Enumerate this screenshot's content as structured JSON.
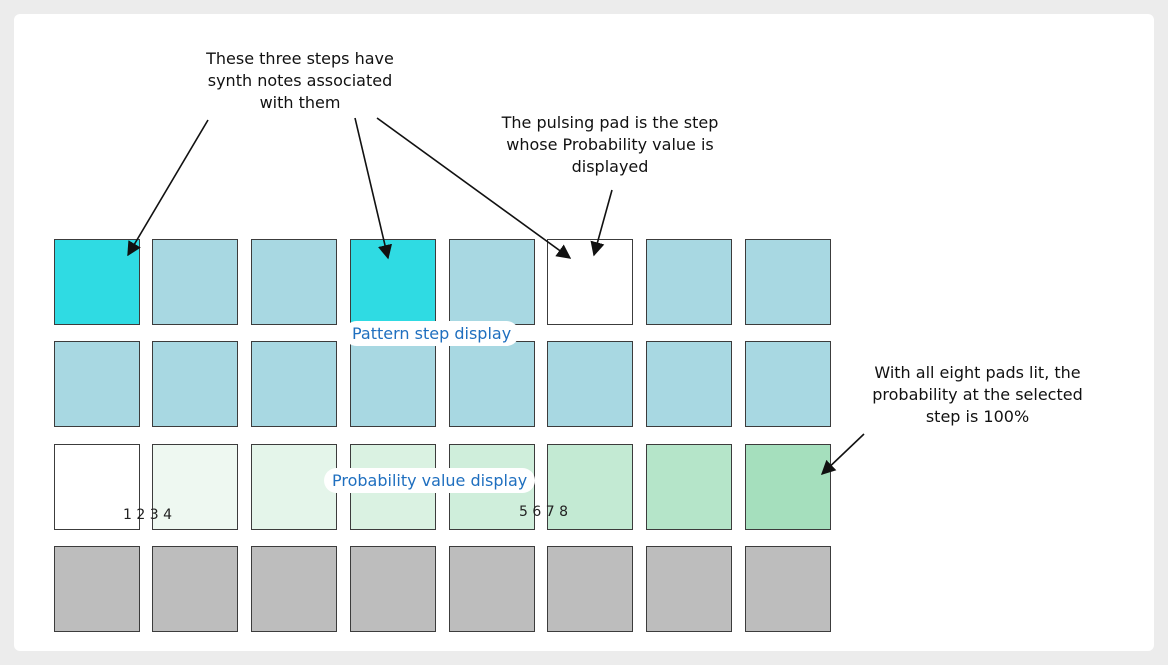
{
  "annotations": {
    "synth_notes": "These three steps have\nsynth notes associated\nwith them",
    "pulsing_pad": "The pulsing pad is the step\nwhose Probability value is\ndisplayed",
    "all_eight": "With all eight pads lit, the\nprobability at the selected\nstep is 100%"
  },
  "labels": {
    "pattern_step": "Pattern step display",
    "probability_value": "Probability value display",
    "nums_left": "1 2 3 4",
    "nums_right": "5 6 7 8"
  },
  "grid": {
    "rows": [
      [
        "#2fdbe3",
        "#a8d8e2",
        "#a8d8e2",
        "#2fdbe3",
        "#a8d8e2",
        "#ffffff",
        "#a8d8e2",
        "#a8d8e2"
      ],
      [
        "#a8d8e2",
        "#a8d8e2",
        "#a8d8e2",
        "#a8d8e2",
        "#a8d8e2",
        "#a8d8e2",
        "#a8d8e2",
        "#a8d8e2"
      ],
      [
        "#ffffff",
        "#eef8f1",
        "#e4f5ea",
        "#daf2e2",
        "#cfeedb",
        "#c3ead3",
        "#b5e5c9",
        "#a5dfbd"
      ],
      [
        "#bdbdbd",
        "#bdbdbd",
        "#bdbdbd",
        "#bdbdbd",
        "#bdbdbd",
        "#bdbdbd",
        "#bdbdbd",
        "#bdbdbd"
      ]
    ]
  }
}
